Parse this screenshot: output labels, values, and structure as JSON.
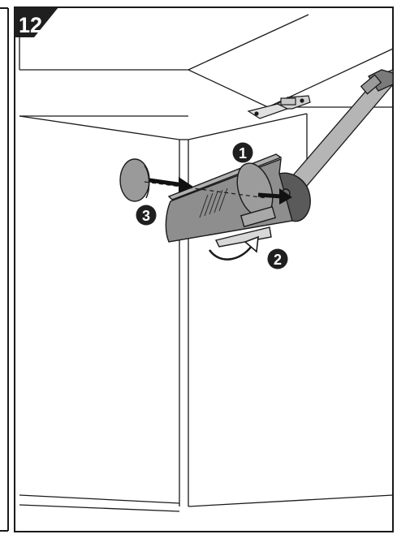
{
  "step": {
    "number": "12"
  },
  "callouts": [
    {
      "id": "1",
      "label": "1"
    },
    {
      "id": "2",
      "label": "2"
    },
    {
      "id": "3",
      "label": "3"
    }
  ],
  "colors": {
    "line": "#1a1a1a",
    "badge": "#1f1f1f",
    "mechanism_fill": "#8e8e8e",
    "mechanism_dark": "#5a5a5a",
    "cap_fill": "#9a9a9a",
    "arm_fill": "#b5b5b5",
    "background": "#ffffff"
  },
  "icons": [
    "mounting-plate-icon",
    "straight-arrow-icon",
    "curved-arrow-icon"
  ]
}
